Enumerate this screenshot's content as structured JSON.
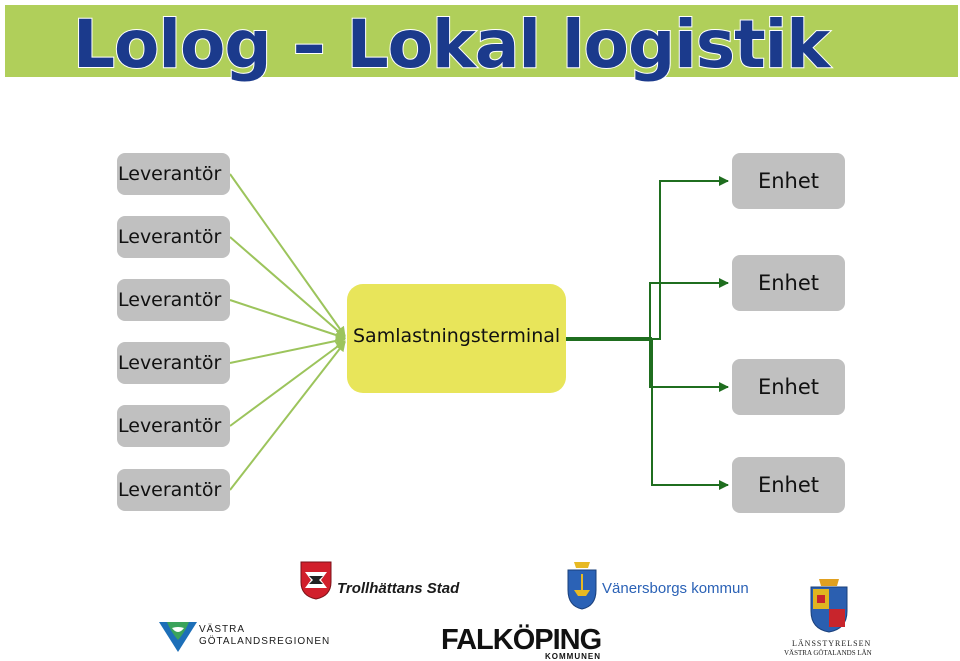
{
  "header": {
    "title": "Lolog – Lokal logistik"
  },
  "diagram": {
    "suppliers": [
      "Leverantör",
      "Leverantör",
      "Leverantör",
      "Leverantör",
      "Leverantör",
      "Leverantör"
    ],
    "terminal": "Samlastningsterminal",
    "units": [
      "Enhet",
      "Enhet",
      "Enhet",
      "Enhet"
    ]
  },
  "logos": {
    "trollhattan": "Trollhättans Stad",
    "vanersborg": "Vänersborgs kommun",
    "vgr_line1": "VÄSTRA",
    "vgr_line2": "GÖTALANDSREGIONEN",
    "falkoping": "FALKÖPING",
    "falkoping_sub": "KOMMUNEN",
    "lansstyrelsen_line1": "LÄNSSTYRELSEN",
    "lansstyrelsen_line2": "VÄSTRA GÖTALANDS LÄN"
  },
  "colors": {
    "title_bar": "#b0cf5a",
    "title_text": "#1b3a8c",
    "supplier_box": "#c0c0c0",
    "terminal_box": "#e8e55a",
    "supplier_arrows": "#9cc45c",
    "unit_arrows": "#1f6e1f"
  }
}
